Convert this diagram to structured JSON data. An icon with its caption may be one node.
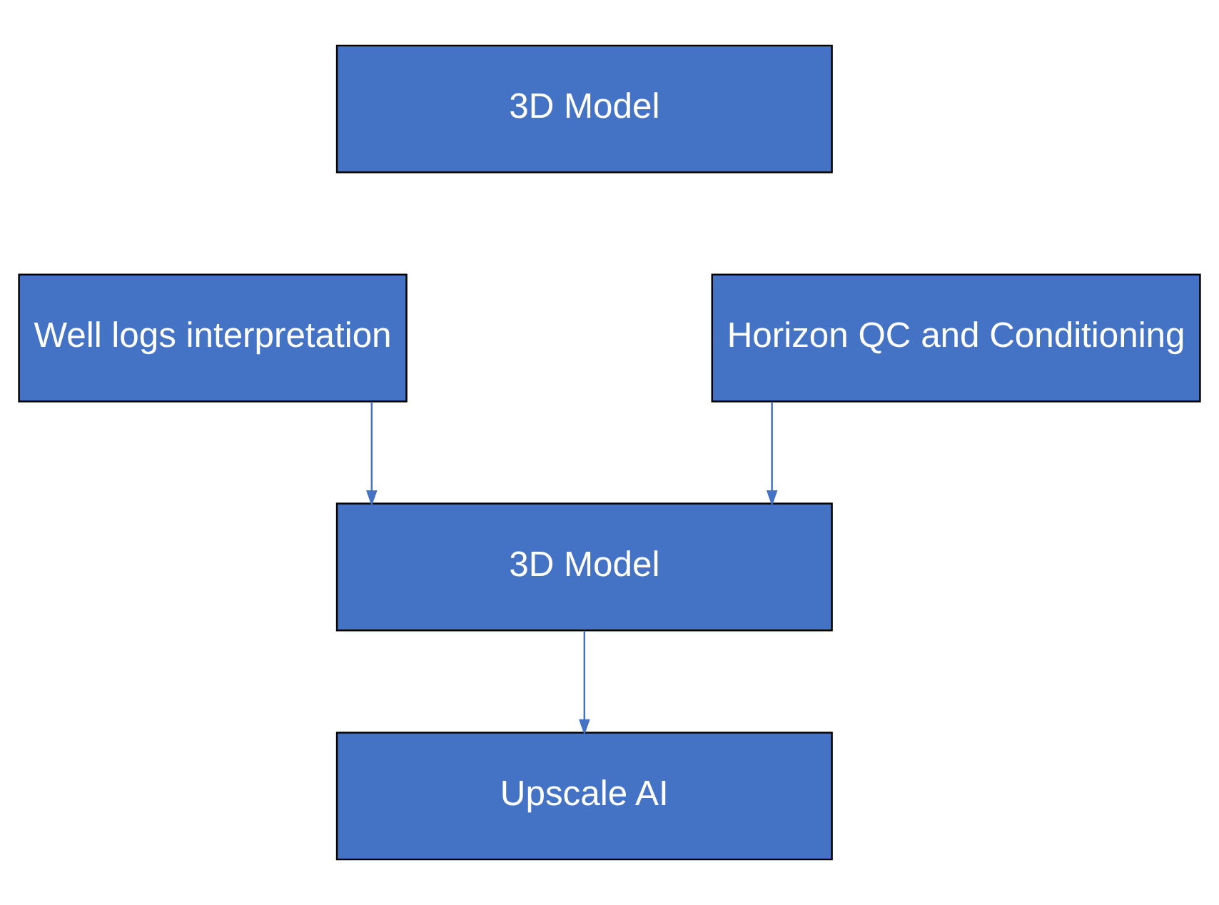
{
  "diagram": {
    "nodes": [
      {
        "text": [
          "3D Model"
        ]
      },
      {
        "text": [
          "Well logs interpretation"
        ]
      },
      {
        "text": [
          "Horizon QC and Conditioning"
        ]
      },
      {
        "text": [
          "3D Model"
        ]
      },
      {
        "text": [
          "Upscale AI"
        ]
      }
    ],
    "edges": [
      {
        "from": 1,
        "to": 3,
        "arrow": "to"
      },
      {
        "from": 2,
        "to": 3,
        "arrow": "to"
      },
      {
        "from": 3,
        "to": 4,
        "arrow": "to"
      }
    ]
  }
}
